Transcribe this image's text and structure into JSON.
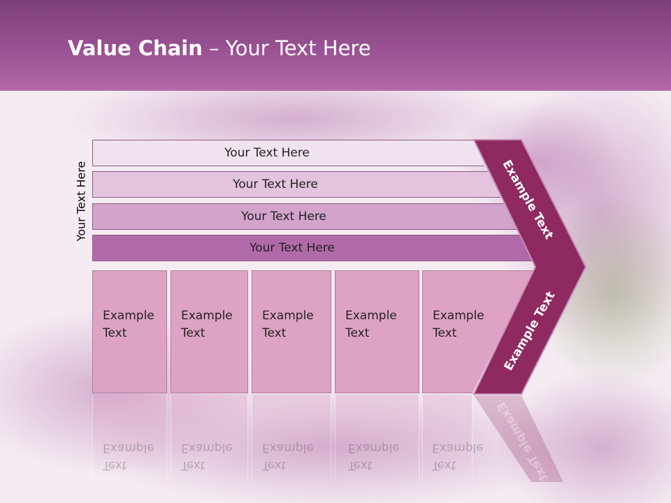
{
  "slide": {
    "title_bold": "Value Chain",
    "title_rest": " – Your Text Here",
    "side_label": "Your Text Here"
  },
  "rows": [
    {
      "label": "Your Text Here",
      "color": "#f0e2ef"
    },
    {
      "label": "Your Text Here",
      "color": "#e3c3de"
    },
    {
      "label": "Your Text Here",
      "color": "#d3a3cc"
    },
    {
      "label": "Your Text Here",
      "color": "#b16aa9"
    }
  ],
  "boxes": [
    {
      "line1": "Example",
      "line2": "Text"
    },
    {
      "line1": "Example",
      "line2": "Text"
    },
    {
      "line1": "Example",
      "line2": "Text"
    },
    {
      "line1": "Example",
      "line2": "Text"
    },
    {
      "line1": "Example",
      "line2": "Text"
    }
  ],
  "chevron": {
    "upper_label": "Example Text",
    "lower_label": "Example Text",
    "color": "#8e2a60"
  }
}
